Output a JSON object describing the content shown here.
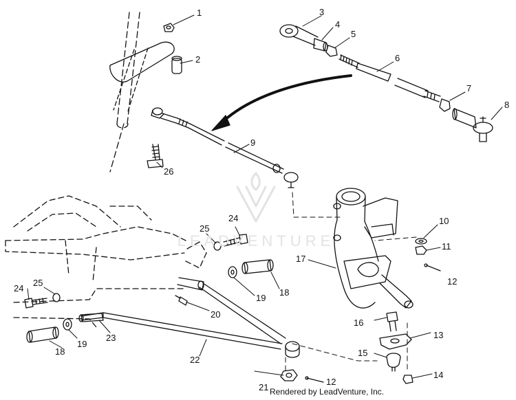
{
  "watermark": {
    "text": "LEADVENTURE"
  },
  "footer": {
    "rendered_by": "Rendered by LeadVenture, Inc."
  },
  "callouts": [
    {
      "id": "1",
      "label": "1"
    },
    {
      "id": "2",
      "label": "2"
    },
    {
      "id": "3",
      "label": "3"
    },
    {
      "id": "4",
      "label": "4"
    },
    {
      "id": "5",
      "label": "5"
    },
    {
      "id": "6",
      "label": "6"
    },
    {
      "id": "7",
      "label": "7"
    },
    {
      "id": "8",
      "label": "8"
    },
    {
      "id": "9",
      "label": "9"
    },
    {
      "id": "10",
      "label": "10"
    },
    {
      "id": "11",
      "label": "11"
    },
    {
      "id": "12a",
      "label": "12"
    },
    {
      "id": "13",
      "label": "13"
    },
    {
      "id": "14",
      "label": "14"
    },
    {
      "id": "15",
      "label": "15"
    },
    {
      "id": "16",
      "label": "16"
    },
    {
      "id": "17",
      "label": "17"
    },
    {
      "id": "18a",
      "label": "18"
    },
    {
      "id": "18b",
      "label": "18"
    },
    {
      "id": "19a",
      "label": "19"
    },
    {
      "id": "19b",
      "label": "19"
    },
    {
      "id": "20",
      "label": "20"
    },
    {
      "id": "21",
      "label": "21"
    },
    {
      "id": "22",
      "label": "22"
    },
    {
      "id": "23",
      "label": "23"
    },
    {
      "id": "24a",
      "label": "24"
    },
    {
      "id": "24b",
      "label": "24"
    },
    {
      "id": "25a",
      "label": "25"
    },
    {
      "id": "25b",
      "label": "25"
    },
    {
      "id": "12b",
      "label": "12"
    },
    {
      "id": "26",
      "label": "26"
    }
  ]
}
